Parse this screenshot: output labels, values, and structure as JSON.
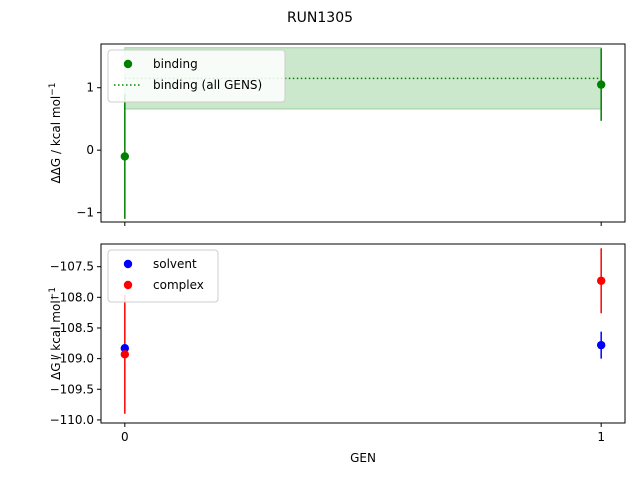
{
  "title": "RUN1305",
  "chart_data": [
    {
      "type": "scatter",
      "panel": "top",
      "ylabel": {
        "main": "ΔΔG / kcal mol",
        "sup": "−1"
      },
      "xlabel": "",
      "x_range": [
        -0.05,
        1.05
      ],
      "ylim": [
        -1.15,
        1.7
      ],
      "y_ticks": [
        -1,
        0,
        1
      ],
      "y_tick_labels": [
        "−1",
        "0",
        "1"
      ],
      "x_ticks": [
        0,
        1
      ],
      "x_tick_labels_visible": false,
      "grid": false,
      "legend": {
        "position": "top-left"
      },
      "series": [
        {
          "name": "binding",
          "kind": "points_with_error",
          "color": "#008000",
          "x": [
            0,
            1
          ],
          "y": [
            -0.1,
            1.05
          ],
          "yerr": [
            1.0,
            0.58
          ]
        }
      ],
      "reference": {
        "name": "binding (all GENS)",
        "color": "#008000",
        "band_color": "#cce8cc",
        "y": 1.15,
        "band": [
          0.66,
          1.64
        ],
        "x_extent": [
          0,
          1
        ]
      }
    },
    {
      "type": "scatter",
      "panel": "bottom",
      "ylabel": {
        "main": "ΔG / kcal mol",
        "sup": "−1"
      },
      "xlabel": "GEN",
      "x_range": [
        -0.05,
        1.05
      ],
      "ylim": [
        -110.05,
        -107.13
      ],
      "y_ticks": [
        -110.0,
        -109.5,
        -109.0,
        -108.5,
        -108.0,
        -107.5
      ],
      "y_tick_labels": [
        "−110.0",
        "−109.5",
        "−109.0",
        "−108.5",
        "−108.0",
        "−107.5"
      ],
      "x_ticks": [
        0,
        1
      ],
      "x_tick_labels": [
        "0",
        "1"
      ],
      "grid": false,
      "legend": {
        "position": "top-left"
      },
      "series": [
        {
          "name": "solvent",
          "kind": "points_with_error",
          "color": "#0000ff",
          "x": [
            0,
            1
          ],
          "y": [
            -108.83,
            -108.78
          ],
          "yerr": [
            0.05,
            0.22
          ]
        },
        {
          "name": "complex",
          "kind": "points_with_error",
          "color": "#ff0000",
          "x": [
            0,
            1
          ],
          "y": [
            -108.93,
            -107.73
          ],
          "yerr": [
            0.97,
            0.53
          ]
        }
      ]
    }
  ]
}
